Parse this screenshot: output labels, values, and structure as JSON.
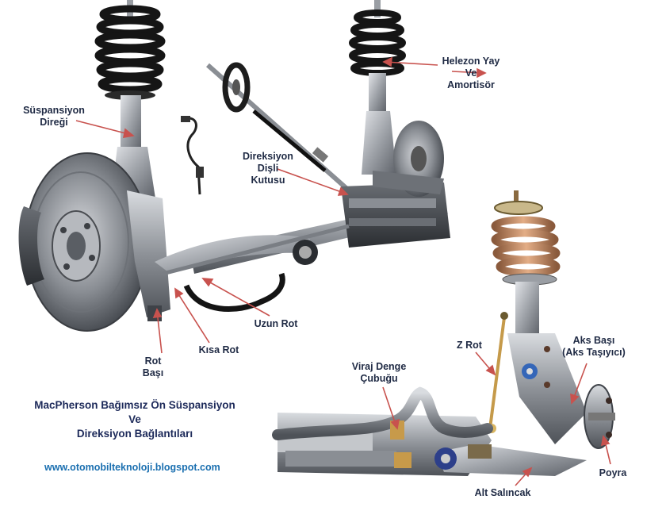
{
  "labels": {
    "coil_spring_1": "Helezon Yay",
    "coil_spring_2": "Ve",
    "coil_spring_3": "Amortisör",
    "strut_1": "Süspansiyon",
    "strut_2": "Direği",
    "steering_box_1": "Direksiyon",
    "steering_box_2": "Dişli",
    "steering_box_3": "Kutusu",
    "long_rod": "Uzun Rot",
    "short_rod": "Kısa Rot",
    "tie_rod_end_1": "Rot",
    "tie_rod_end_2": "Başı",
    "z_rod": "Z Rot",
    "knuckle_1": "Aks Başı",
    "knuckle_2": "(Aks Taşıyıcı)",
    "stabilizer_1": "Viraj Denge",
    "stabilizer_2": "Çubuğu",
    "hub": "Poyra",
    "lower_arm": "Alt Salıncak"
  },
  "title": {
    "line1": "MacPherson Bağımsız Ön Süspansiyon",
    "line2": "Ve",
    "line3": "Direksiyon Bağlantıları"
  },
  "website": "www.otomobilteknoloji.blogspot.com",
  "colors": {
    "arrow": "#c8524e",
    "label_text": "#1f2a44",
    "url_text": "#1a6fb0",
    "metal": "#9ea2a8",
    "spring_black": "#1b1b1b",
    "spring_copper": "#c98a63"
  }
}
